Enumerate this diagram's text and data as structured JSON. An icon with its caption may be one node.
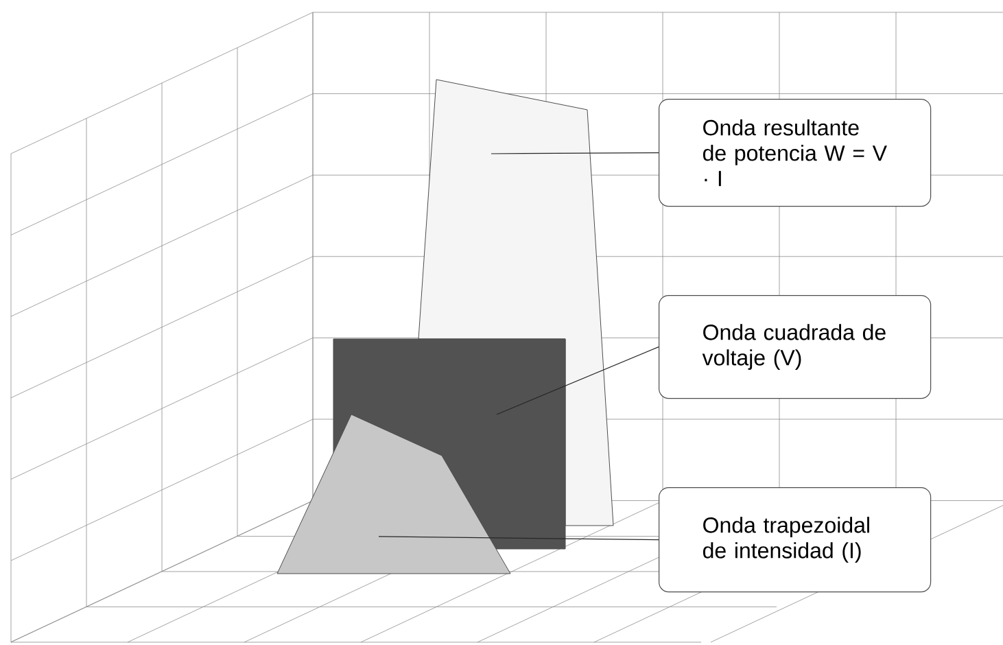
{
  "diagram": {
    "nodes": [
      {
        "text": [
          "Onda resultante de potencia W = V · I"
        ]
      },
      {
        "text": [
          "Onda cuadrada de voltaje (V)"
        ]
      },
      {
        "text": [
          "Onda trapezoidal de intensidad (I)"
        ]
      },
      {
        "text": [],
        "shape": "polygon"
      },
      {
        "text": [],
        "shape": "polygon"
      },
      {
        "text": [],
        "shape": "polygon"
      }
    ],
    "edges": [
      {
        "from": 0,
        "to": 3,
        "arrow": "none"
      },
      {
        "from": 1,
        "to": 4,
        "arrow": "none"
      },
      {
        "from": 2,
        "to": 5,
        "arrow": "none"
      }
    ]
  }
}
